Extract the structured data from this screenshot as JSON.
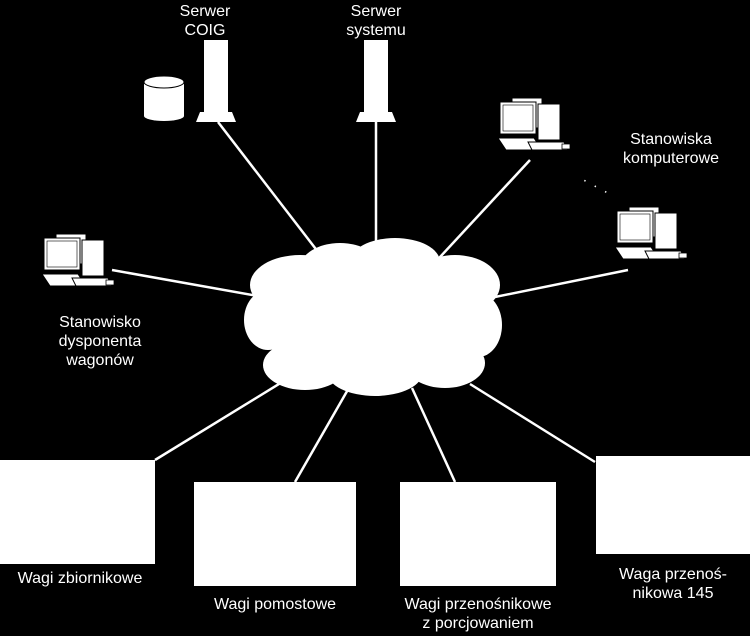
{
  "colors": {
    "background": "#000000",
    "foreground": "#ffffff"
  },
  "nodes": {
    "server_coig": {
      "line1": "Serwer",
      "line2": "COIG"
    },
    "server_system": {
      "line1": "Serwer",
      "line2": "systemu"
    },
    "workstations": {
      "line1": "Stanowiska",
      "line2": "komputerowe",
      "ellipsis": ". . ."
    },
    "dispatcher": {
      "line1": "Stanowisko",
      "line2": "dysponenta",
      "line3": "wagonów"
    },
    "scale_tank": {
      "label": "Wagi zbiornikowe"
    },
    "scale_platform": {
      "label": "Wagi pomostowe"
    },
    "scale_conveyor_batch": {
      "line1": "Wagi przenośnikowe",
      "line2": "z porcjowaniem"
    },
    "scale_conveyor_145": {
      "line1": "Waga przenoś-",
      "line2": "nikowa 145"
    }
  },
  "icons": {
    "database": "database-icon",
    "server": "server-tower-icon",
    "computer": "computer-workstation-icon",
    "network": "network-cloud-icon"
  }
}
